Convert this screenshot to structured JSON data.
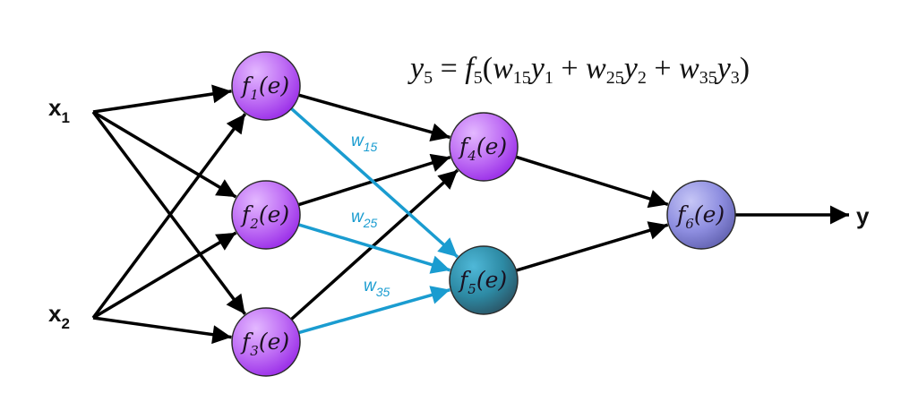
{
  "diagram": {
    "title_formula": {
      "lhs": "y",
      "lhs_sub": "5",
      "eq": "=",
      "fn": "f",
      "fn_sub": "5",
      "terms": [
        {
          "w": "w",
          "w_sub": "15",
          "y": "y",
          "y_sub": "1"
        },
        {
          "w": "w",
          "w_sub": "25",
          "y": "y",
          "y_sub": "2"
        },
        {
          "w": "w",
          "w_sub": "35",
          "y": "y",
          "y_sub": "3"
        }
      ],
      "plus": "+",
      "open": "(",
      "close": ")"
    },
    "colors": {
      "neuron_purple": "#b25cf0",
      "neuron_teal": "#2f8fa8",
      "neuron_output": "#8e8ee0",
      "edge_black": "#000000",
      "edge_weight_blue": "#1a9cd0"
    },
    "inputs": [
      {
        "id": "x1",
        "label": "x",
        "sub": "1"
      },
      {
        "id": "x2",
        "label": "x",
        "sub": "2"
      }
    ],
    "output": {
      "id": "y",
      "label": "y"
    },
    "nodes": [
      {
        "id": "n1",
        "fn": "f",
        "sub": "1",
        "arg": "(e)",
        "style": "purple"
      },
      {
        "id": "n2",
        "fn": "f",
        "sub": "2",
        "arg": "(e)",
        "style": "purple"
      },
      {
        "id": "n3",
        "fn": "f",
        "sub": "3",
        "arg": "(e)",
        "style": "purple"
      },
      {
        "id": "n4",
        "fn": "f",
        "sub": "4",
        "arg": "(e)",
        "style": "purple"
      },
      {
        "id": "n5",
        "fn": "f",
        "sub": "5",
        "arg": "(e)",
        "style": "teal"
      },
      {
        "id": "n6",
        "fn": "f",
        "sub": "6",
        "arg": "(e)",
        "style": "output"
      }
    ],
    "edges": [
      {
        "from": "x1",
        "to": "n1",
        "color": "black"
      },
      {
        "from": "x1",
        "to": "n2",
        "color": "black"
      },
      {
        "from": "x1",
        "to": "n3",
        "color": "black"
      },
      {
        "from": "x2",
        "to": "n1",
        "color": "black"
      },
      {
        "from": "x2",
        "to": "n2",
        "color": "black"
      },
      {
        "from": "x2",
        "to": "n3",
        "color": "black"
      },
      {
        "from": "n1",
        "to": "n4",
        "color": "black"
      },
      {
        "from": "n2",
        "to": "n4",
        "color": "black"
      },
      {
        "from": "n3",
        "to": "n4",
        "color": "black"
      },
      {
        "from": "n1",
        "to": "n5",
        "color": "blue",
        "weight": "w",
        "weight_sub": "15"
      },
      {
        "from": "n2",
        "to": "n5",
        "color": "blue",
        "weight": "w",
        "weight_sub": "25"
      },
      {
        "from": "n3",
        "to": "n5",
        "color": "blue",
        "weight": "w",
        "weight_sub": "35"
      },
      {
        "from": "n4",
        "to": "n6",
        "color": "black"
      },
      {
        "from": "n5",
        "to": "n6",
        "color": "black"
      },
      {
        "from": "n6",
        "to": "y",
        "color": "black"
      }
    ]
  }
}
